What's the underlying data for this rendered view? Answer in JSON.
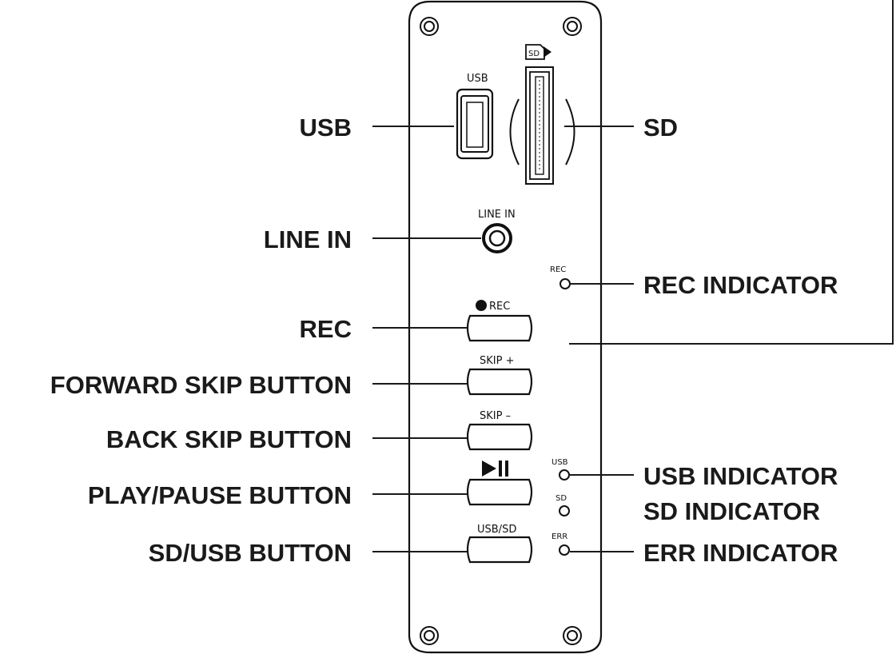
{
  "callouts": {
    "usb": "USB",
    "sd": "SD",
    "line_in": "LINE IN",
    "rec_indicator": "REC INDICATOR",
    "rec": "REC",
    "forward_skip": "FORWARD SKIP BUTTON",
    "back_skip": "BACK SKIP BUTTON",
    "play_pause": "PLAY/PAUSE BUTTON",
    "usb_indicator": "USB INDICATOR",
    "sd_indicator": "SD INDICATOR",
    "sd_usb_button": "SD/USB BUTTON",
    "err_indicator": "ERR INDICATOR"
  },
  "panel": {
    "usb_port_label": "USB",
    "sd_slot_label": "SD",
    "line_in_label": "LINE IN",
    "rec_led_label": "REC",
    "rec_button_label": "REC",
    "skip_plus_label": "SKIP +",
    "skip_minus_label": "SKIP –",
    "usb_led_label": "USB",
    "sd_led_label": "SD",
    "usb_sd_button_label": "USB/SD",
    "err_led_label": "ERR"
  },
  "icons": {
    "rec_dot": "record-dot-icon",
    "play_pause": "play-pause-icon",
    "sd_card": "sd-card-icon"
  },
  "colors": {
    "ink": "#111111",
    "background": "#ffffff"
  }
}
